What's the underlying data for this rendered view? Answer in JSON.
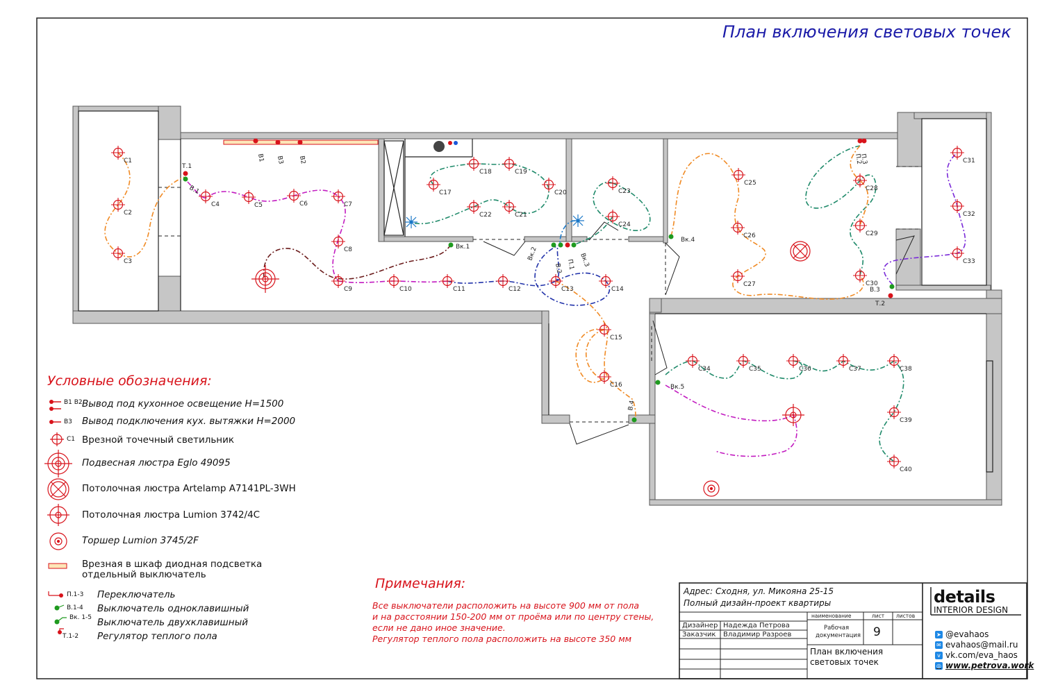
{
  "title": "План включения световых точек",
  "legend": {
    "title": "Условные обозначения:",
    "items": [
      {
        "code": "В1\nВ2",
        "text": "Вывод под кухонное освещение Н=1500"
      },
      {
        "code": "В3",
        "text": "Вывод подключения кух. вытяжки Н=2000"
      },
      {
        "code": "С1",
        "text": "Врезной точечный светильник"
      },
      {
        "code": "",
        "text": "Подвесная люстра Eglo 49095"
      },
      {
        "code": "",
        "text": "Потолочная люстра Artelamp A7141PL-3WH"
      },
      {
        "code": "",
        "text": "Потолочная люстра Lumion 3742/4C"
      },
      {
        "code": "",
        "text": "Торшер Lumion 3745/2F"
      },
      {
        "code": "",
        "text": "Врезная в шкаф диодная подсветка"
      },
      {
        "code": "",
        "text": "отдельный выключатель"
      }
    ],
    "switches": [
      {
        "code": "П.1-3",
        "text": "Переключатель"
      },
      {
        "code": "В.1-4",
        "text": "Выключатель одноклавишный"
      },
      {
        "code": "Вк. 1-5",
        "text": "Выключатель двухклавишный"
      },
      {
        "code": "Т.1-2",
        "text": "Регулятор теплого пола"
      }
    ]
  },
  "notes": {
    "title": "Примечания:",
    "lines": [
      "Все выключатели расположить на высоте 900 мм от пола",
      "и на расстоянии 150-200 мм от проёма или по центру стены,",
      "если не дано иное значение.",
      "Регулятор теплого пола расположить на высоте 350 мм"
    ]
  },
  "title_block": {
    "address": "Адрес: Сходня, ул. Микояна 25-15",
    "project": "Полный дизайн-проект квартиры",
    "designer_role": "Дизайнер",
    "designer": "Надежда Петрова",
    "client_role": "Заказчик",
    "client": "Владимир Разроев",
    "col_name": "наименование",
    "col_sheet": "лист",
    "col_sheets": "листов",
    "doc_type_1": "Рабочая",
    "doc_type_2": "документация",
    "sheet_no": "9",
    "sheet_title_1": "План включения",
    "sheet_title_2": "световых точек"
  },
  "logo": {
    "main": "details",
    "sub": "INTERIOR DESIGN"
  },
  "contacts": [
    {
      "icon": "telegram-icon",
      "text": "@evahaos"
    },
    {
      "icon": "mail-icon",
      "text": "evahaos@mail.ru"
    },
    {
      "icon": "vk-icon",
      "text": "vk.com/eva_haos"
    },
    {
      "icon": "web-icon",
      "text": "www.petrova.work"
    }
  ],
  "fixture_labels": [
    "С1",
    "С2",
    "С3",
    "С4",
    "С5",
    "С6",
    "С7",
    "С8",
    "С9",
    "С10",
    "С11",
    "С12",
    "С13",
    "С14",
    "С15",
    "С16",
    "С17",
    "С18",
    "С19",
    "С20",
    "С21",
    "С22",
    "С23",
    "С24",
    "С25",
    "С26",
    "С27",
    "С28",
    "С29",
    "С30",
    "С31",
    "С32",
    "С33",
    "С34",
    "С35",
    "С36",
    "С37",
    "С38",
    "С39",
    "С40"
  ],
  "switch_labels": [
    "Т.1",
    "В.1",
    "В1",
    "В2",
    "В3",
    "Вк.1",
    "Вк.2",
    "Вк.3",
    "В.2",
    "П.1",
    "Вк.4",
    "П.2",
    "П.3",
    "В.3",
    "Т.2",
    "Вк.5",
    "В.4"
  ],
  "colors": {
    "red": "#d8131b",
    "green": "#1f7a1f",
    "blue_title": "#1a1aa8",
    "wall": "#c9c9c9"
  }
}
